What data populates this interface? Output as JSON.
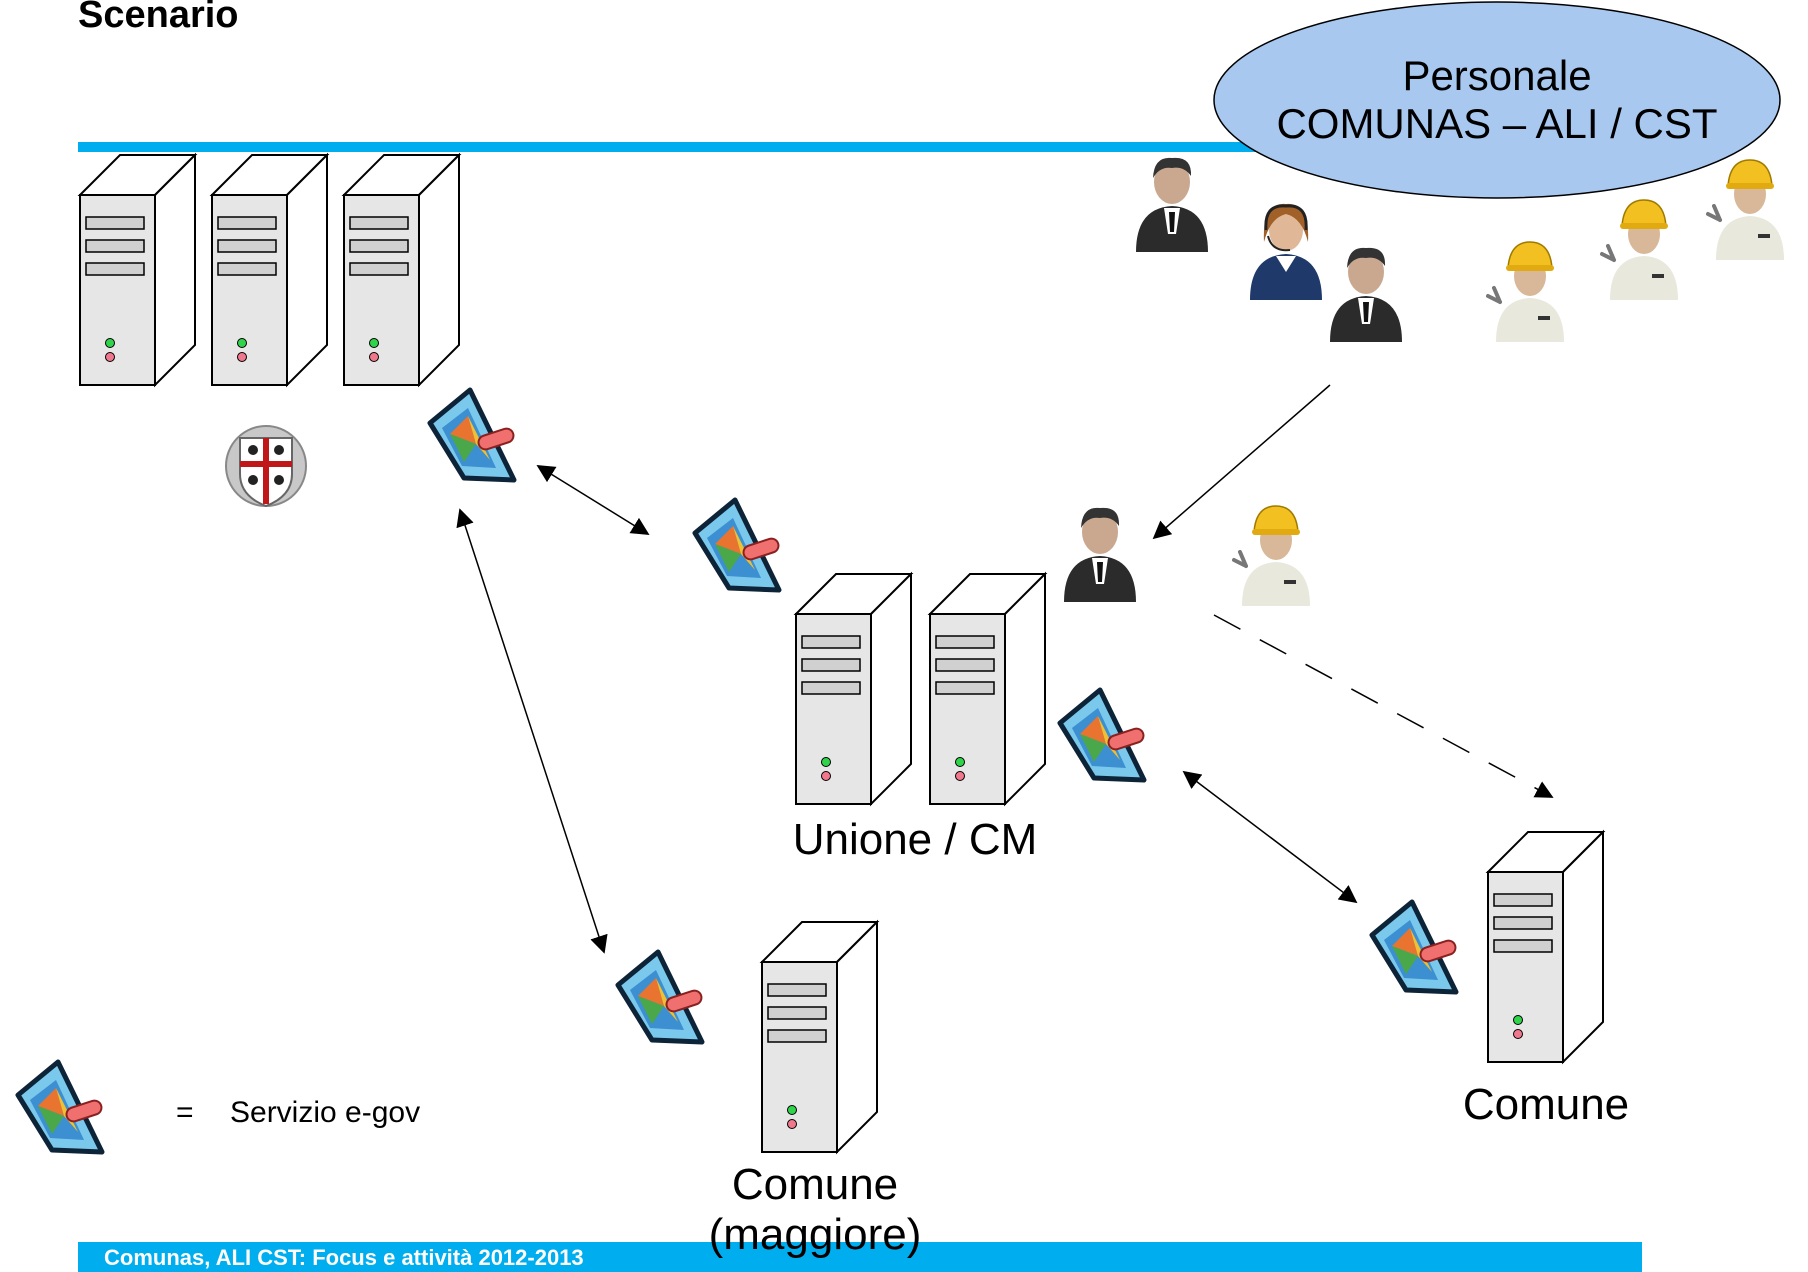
{
  "title": "Scenario",
  "staff_bubble": {
    "line1": "Personale",
    "line2": "COMUNAS – ALI / CST",
    "fill": "#a8c8f0"
  },
  "nodes": {
    "unione": "Unione / CM",
    "comune": "Comune",
    "comune_maggiore_1": "Comune",
    "comune_maggiore_2": "(maggiore)"
  },
  "legend": {
    "equals": "=",
    "label": "Servizio e-gov"
  },
  "footer": "Comunas, ALI CST: Focus e attività 2012-2013",
  "colors": {
    "accent_bar": "#00aeef"
  }
}
